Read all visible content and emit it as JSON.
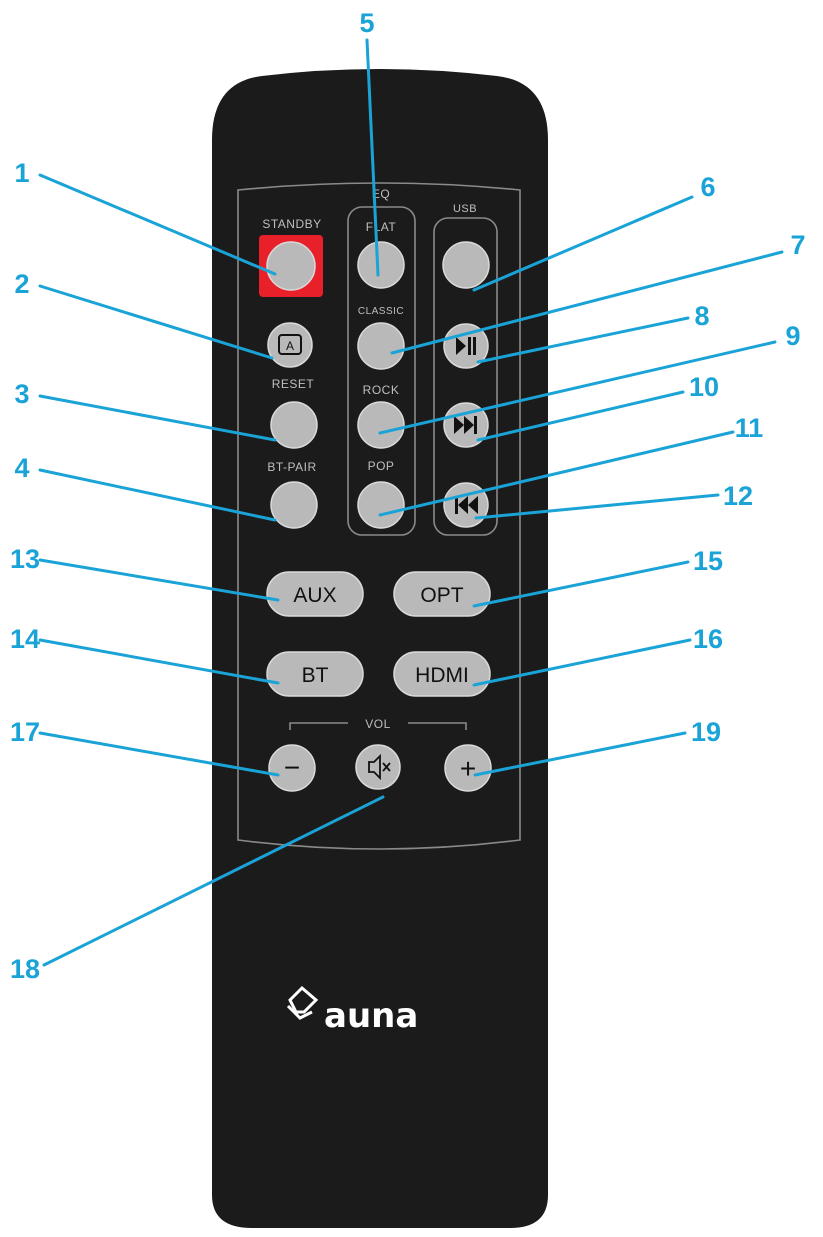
{
  "remote": {
    "brand": "auna",
    "labels": {
      "standby": "STANDBY",
      "eq": "EQ",
      "flat": "FLAT",
      "classic": "CLASSIC",
      "rock": "ROCK",
      "pop": "POP",
      "usb": "USB",
      "reset": "RESET",
      "bt_pair": "BT-PAIR",
      "vol": "VOL"
    },
    "buttons": {
      "aux": "AUX",
      "opt": "OPT",
      "bt": "BT",
      "hdmi": "HDMI",
      "minus": "−",
      "plus": "+"
    },
    "icons": {
      "repeat": "repeat-a-icon",
      "play_pause": "play-pause-icon",
      "next": "next-track-icon",
      "previous": "previous-track-icon",
      "mute": "mute-icon",
      "logo": "auna-logo-icon"
    },
    "standby_color": "#e8202a"
  },
  "callouts": [
    "1",
    "2",
    "3",
    "4",
    "5",
    "6",
    "7",
    "8",
    "9",
    "10",
    "11",
    "12",
    "13",
    "14",
    "15",
    "16",
    "17",
    "18",
    "19"
  ],
  "colors": {
    "callout": "#1aa3d6",
    "remote_body": "#1b1b1b",
    "button": "#b9b9b9"
  }
}
